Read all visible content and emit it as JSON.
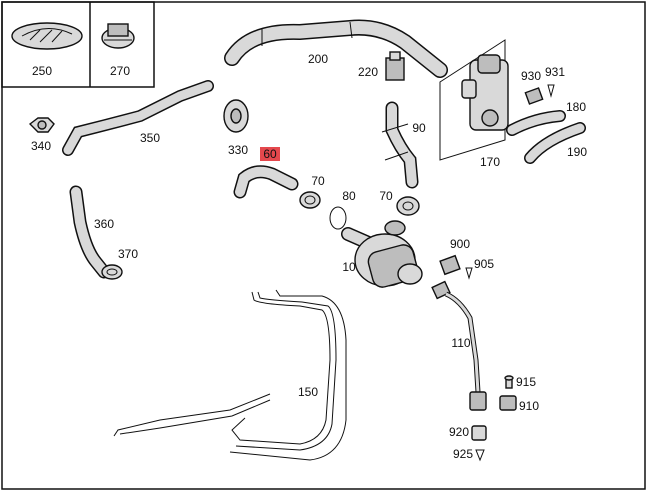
{
  "parts": [
    {
      "num": "250",
      "highlight": false
    },
    {
      "num": "270",
      "highlight": false
    },
    {
      "num": "200",
      "highlight": false
    },
    {
      "num": "220",
      "highlight": false
    },
    {
      "num": "930",
      "highlight": false
    },
    {
      "num": "931",
      "highlight": false
    },
    {
      "num": "180",
      "highlight": false
    },
    {
      "num": "190",
      "highlight": false
    },
    {
      "num": "170",
      "highlight": false
    },
    {
      "num": "90",
      "highlight": false
    },
    {
      "num": "340",
      "highlight": false
    },
    {
      "num": "350",
      "highlight": false
    },
    {
      "num": "330",
      "highlight": false
    },
    {
      "num": "60",
      "highlight": true
    },
    {
      "num": "70",
      "highlight": false
    },
    {
      "num": "80",
      "highlight": false
    },
    {
      "num": "70",
      "highlight": false
    },
    {
      "num": "360",
      "highlight": false
    },
    {
      "num": "370",
      "highlight": false
    },
    {
      "num": "900",
      "highlight": false
    },
    {
      "num": "905",
      "highlight": false
    },
    {
      "num": "10",
      "highlight": false
    },
    {
      "num": "110",
      "highlight": false
    },
    {
      "num": "150",
      "highlight": false
    },
    {
      "num": "915",
      "highlight": false
    },
    {
      "num": "910",
      "highlight": false
    },
    {
      "num": "920",
      "highlight": false
    },
    {
      "num": "925",
      "highlight": false
    }
  ],
  "colors": {
    "highlight_bg": "#e5484d",
    "line": "#111111",
    "part_fill": "#d9d9d9"
  }
}
